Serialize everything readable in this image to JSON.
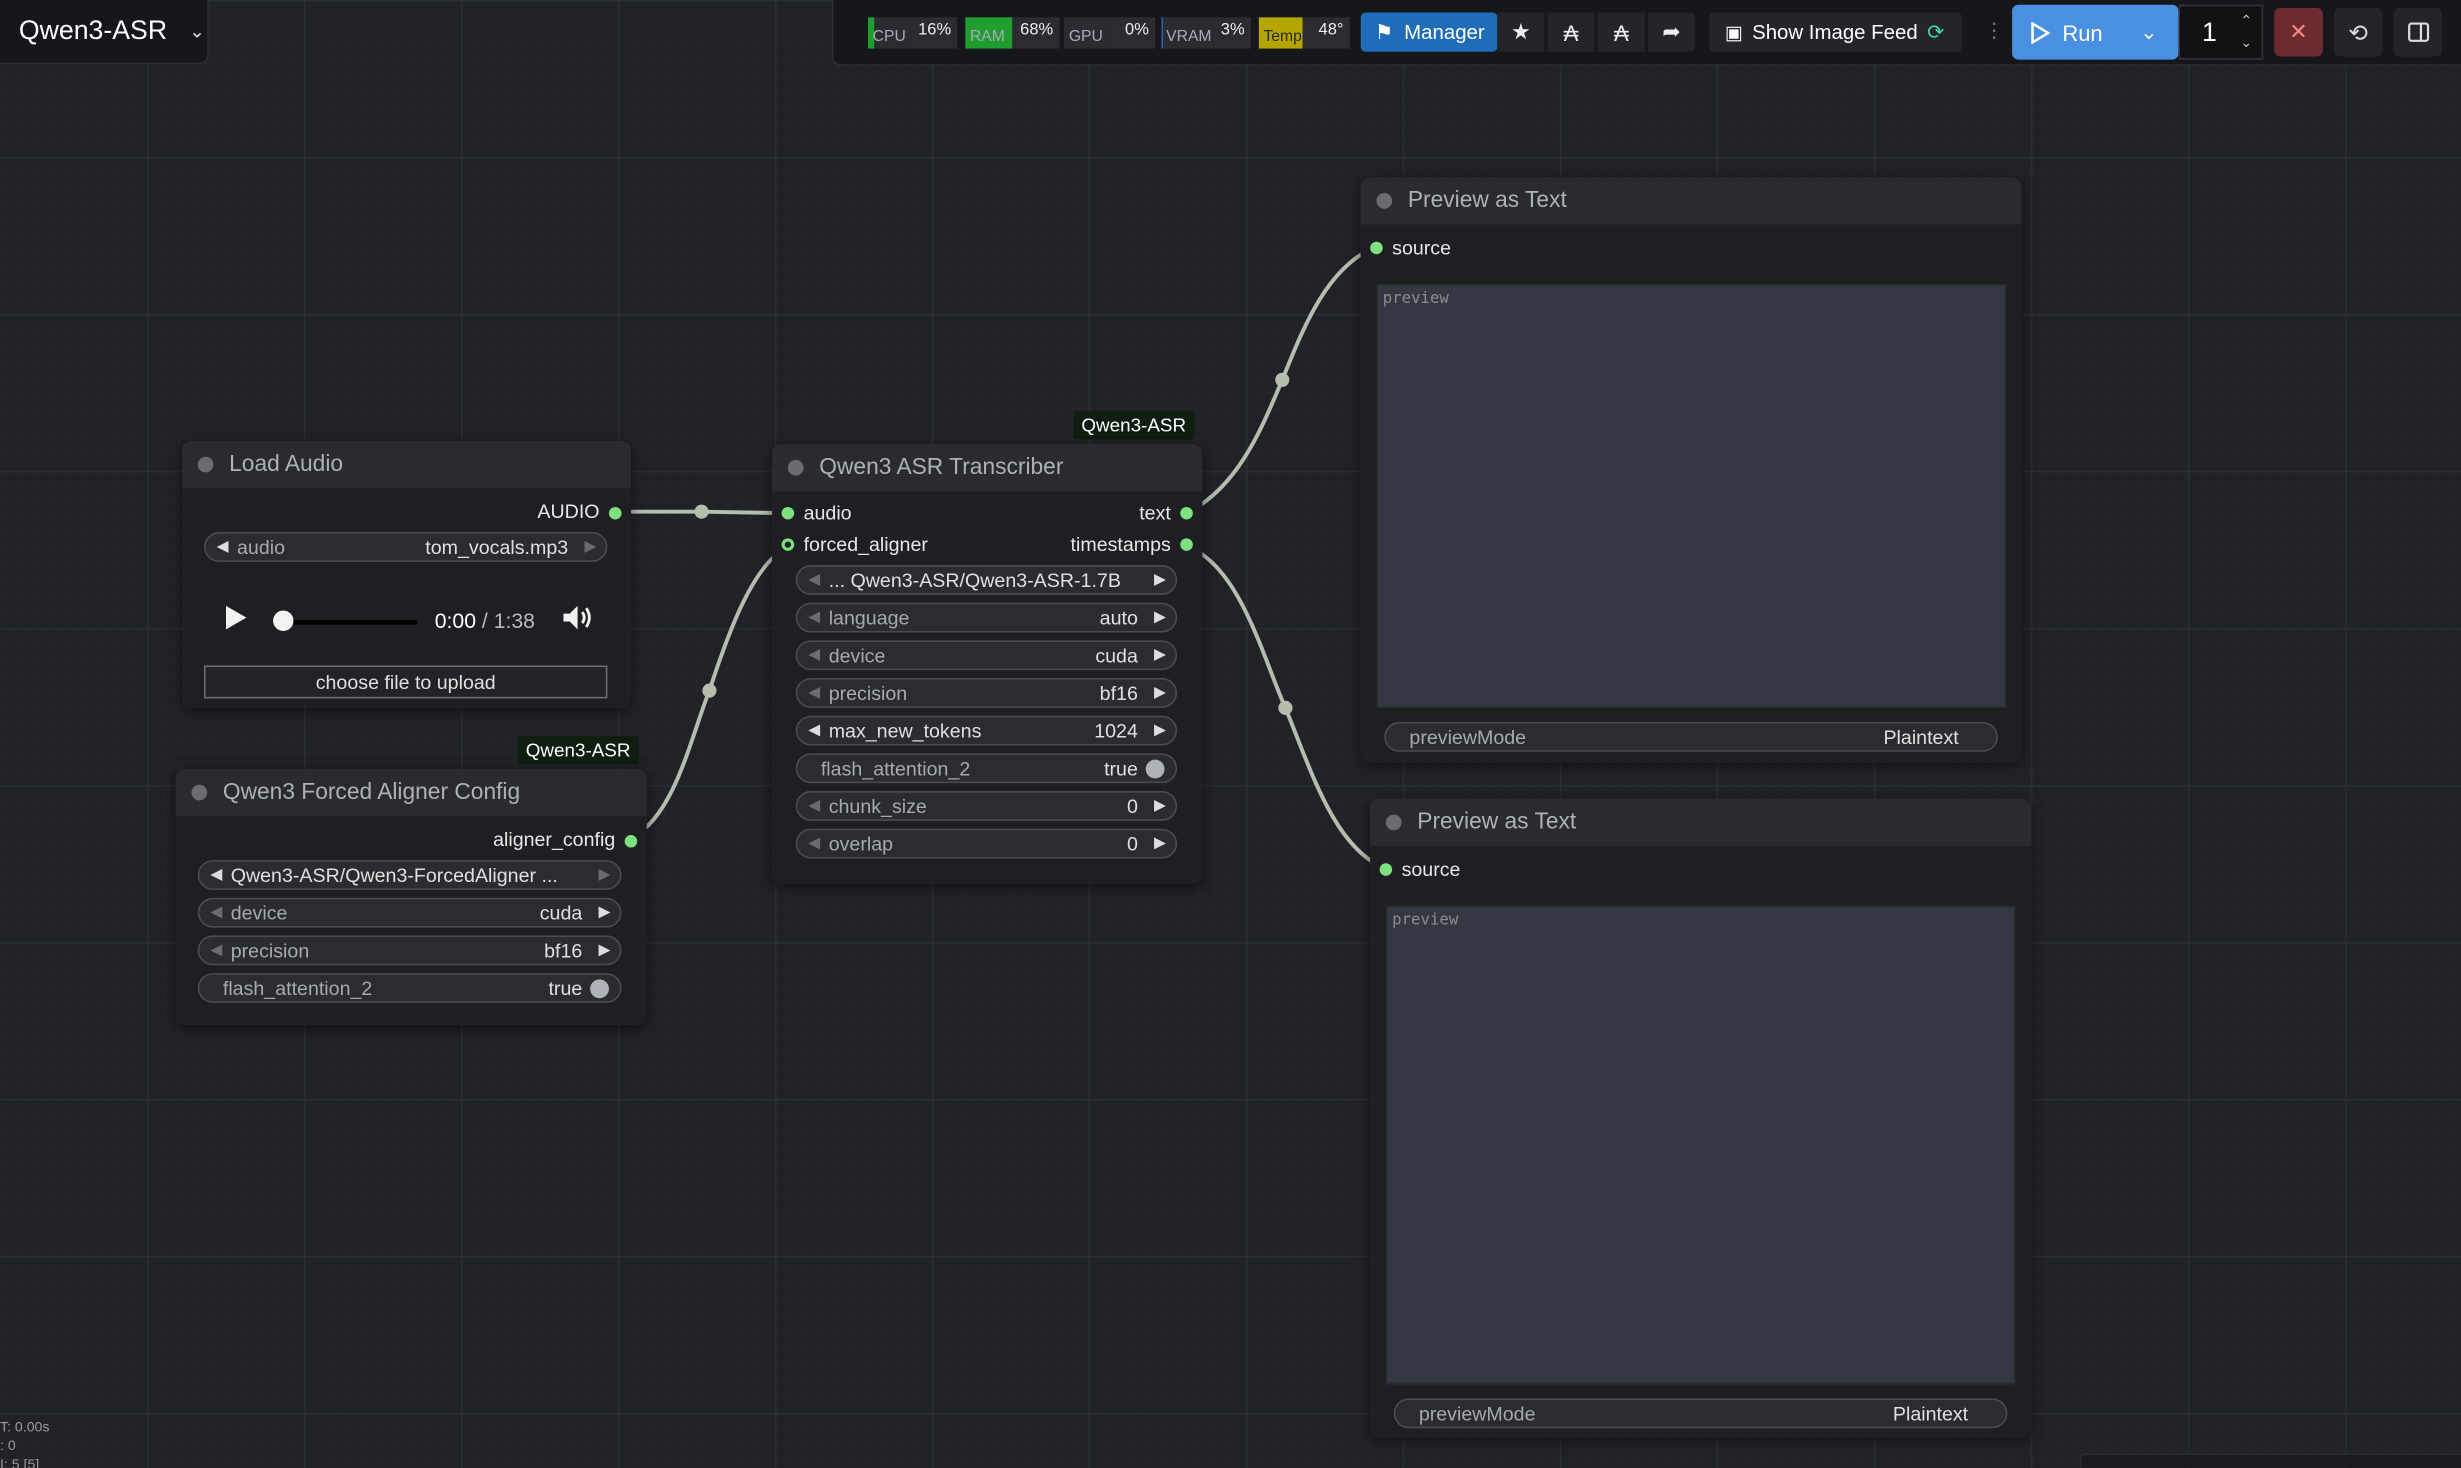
{
  "workflow": {
    "title": "Qwen3-ASR"
  },
  "monitors": [
    {
      "label": "CPU",
      "value": "16%",
      "fraction": 0.16,
      "color": "#1f9d2e"
    },
    {
      "label": "RAM",
      "value": "68%",
      "fraction": 0.68,
      "color": "#1f9d2e"
    },
    {
      "label": "GPU",
      "value": "0%",
      "fraction": 0.0,
      "color": "#1f9d2e"
    },
    {
      "label": "VRAM",
      "value": "3%",
      "fraction": 0.03,
      "color": "#2c62b4"
    },
    {
      "label": "Temp",
      "value": "48°",
      "fraction": 0.48,
      "color": "#b5a500"
    }
  ],
  "toolbar": {
    "manager_label": "Manager",
    "feed_label": "Show Image Feed",
    "run_label": "Run",
    "batch_count": "1"
  },
  "nodes": {
    "load_audio": {
      "title": "Load Audio",
      "output": "AUDIO",
      "audio_label": "audio",
      "audio_value": "tom_vocals.mp3",
      "time_current": "0:00",
      "time_sep": "/",
      "time_total": "1:38",
      "upload_label": "choose file to upload"
    },
    "aligner": {
      "badge": "Qwen3-ASR",
      "title": "Qwen3 Forced Aligner Config",
      "output": "aligner_config",
      "model": "Qwen3-ASR/Qwen3-ForcedAligner ...",
      "device_label": "device",
      "device_value": "cuda",
      "precision_label": "precision",
      "precision_value": "bf16",
      "flash_label": "flash_attention_2",
      "flash_value": "true"
    },
    "transcriber": {
      "badge": "Qwen3-ASR",
      "title": "Qwen3 ASR Transcriber",
      "input_audio": "audio",
      "input_aligner": "forced_aligner",
      "output_text": "text",
      "output_timestamps": "timestamps",
      "model": "... Qwen3-ASR/Qwen3-ASR-1.7B",
      "language_label": "language",
      "language_value": "auto",
      "device_label": "device",
      "device_value": "cuda",
      "precision_label": "precision",
      "precision_value": "bf16",
      "max_tokens_label": "max_new_tokens",
      "max_tokens_value": "1024",
      "flash_label": "flash_attention_2",
      "flash_value": "true",
      "chunk_label": "chunk_size",
      "chunk_value": "0",
      "overlap_label": "overlap",
      "overlap_value": "0"
    },
    "preview1": {
      "title": "Preview as Text",
      "input": "source",
      "preview_placeholder": "preview",
      "mode_label": "previewMode",
      "mode_value": "Plaintext"
    },
    "preview2": {
      "title": "Preview as Text",
      "input": "source",
      "preview_placeholder": "preview",
      "mode_label": "previewMode",
      "mode_value": "Plaintext"
    }
  },
  "status": {
    "line1": "T: 0.00s",
    "line2": ": 0",
    "line3": "I: 5 [5]"
  }
}
